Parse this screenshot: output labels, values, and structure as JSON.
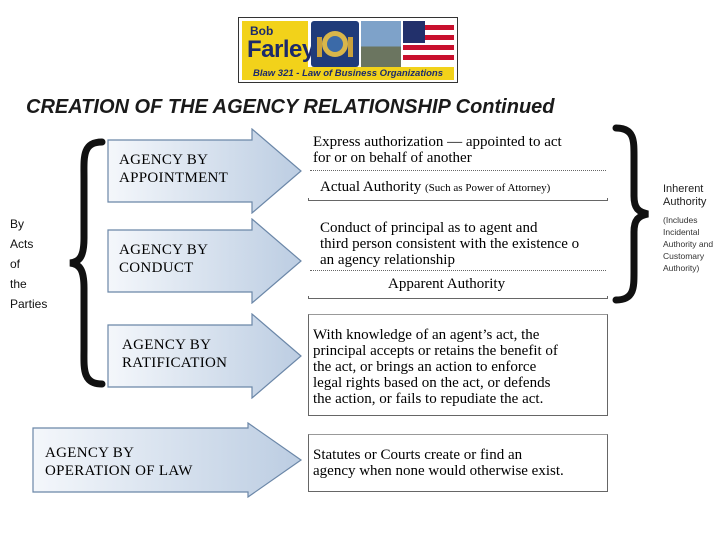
{
  "logo": {
    "first_name": "Bob",
    "last_name": "Farley",
    "course": "Blaw 321 - Law of Business Organizations"
  },
  "title": "CREATION OF THE AGENCY RELATIONSHIP Continued",
  "left_group_label": [
    "By",
    "Acts",
    "of",
    "the",
    "Parties"
  ],
  "right_group": {
    "title": [
      "Inherent",
      "Authority"
    ],
    "note": [
      "(Includes",
      "Incidental",
      "Authority and",
      "Customary",
      "Authority)"
    ]
  },
  "rows": [
    {
      "label": [
        "AGENCY BY",
        "APPOINTMENT"
      ],
      "description": [
        "Express authorization — appointed to act",
        "for or on behalf of another"
      ],
      "authority": "Actual Authority",
      "authority_note": "(Such as Power of Attorney)"
    },
    {
      "label": [
        "AGENCY BY",
        "CONDUCT"
      ],
      "description": [
        "Conduct of principal as to agent and",
        "third person consistent with the existence o",
        "an agency relationship"
      ],
      "authority": "Apparent Authority"
    },
    {
      "label": [
        "AGENCY BY",
        "RATIFICATION"
      ],
      "description": [
        "With knowledge of an agent’s act, the",
        "principal accepts or retains the benefit of",
        "the act, or brings an action to enforce",
        "legal rights based on the act, or defends",
        "the action, or fails to repudiate the act."
      ]
    },
    {
      "label": [
        "AGENCY BY",
        "OPERATION OF LAW"
      ],
      "description": [
        "Statutes or Courts create or find an",
        "agency when none would otherwise exist."
      ]
    }
  ],
  "colors": {
    "arrow_fill_light": "#f4f7fb",
    "arrow_fill_dark": "#bccde2",
    "arrow_stroke": "#6b87a8",
    "logo_yellow": "#f2d21a",
    "logo_navy": "#1c2a6b"
  }
}
